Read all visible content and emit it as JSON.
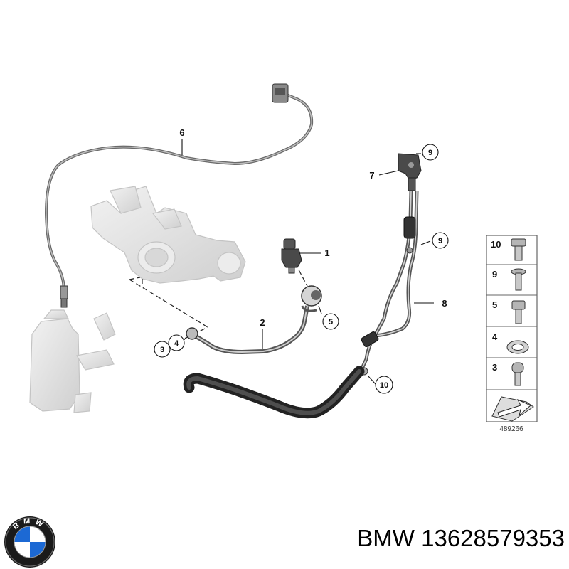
{
  "callouts": {
    "c1": "1",
    "c2": "2",
    "c3": "3",
    "c4": "4",
    "c5": "5",
    "c6": "6",
    "c7": "7",
    "c8": "8",
    "c9a": "9",
    "c9b": "9",
    "c10": "10"
  },
  "legend": {
    "items": [
      "10",
      "9",
      "5",
      "4",
      "3"
    ],
    "ref_code": "489266"
  },
  "footer": {
    "brand": "BMW",
    "part_number": "13628579353",
    "text": "BMW 13628579353"
  },
  "logo": {
    "letters": "BMW"
  },
  "colors": {
    "part_gray": "#dcdcdc",
    "hose_dark": "#3a3a3a",
    "logo_blue": "#1c69d4"
  }
}
